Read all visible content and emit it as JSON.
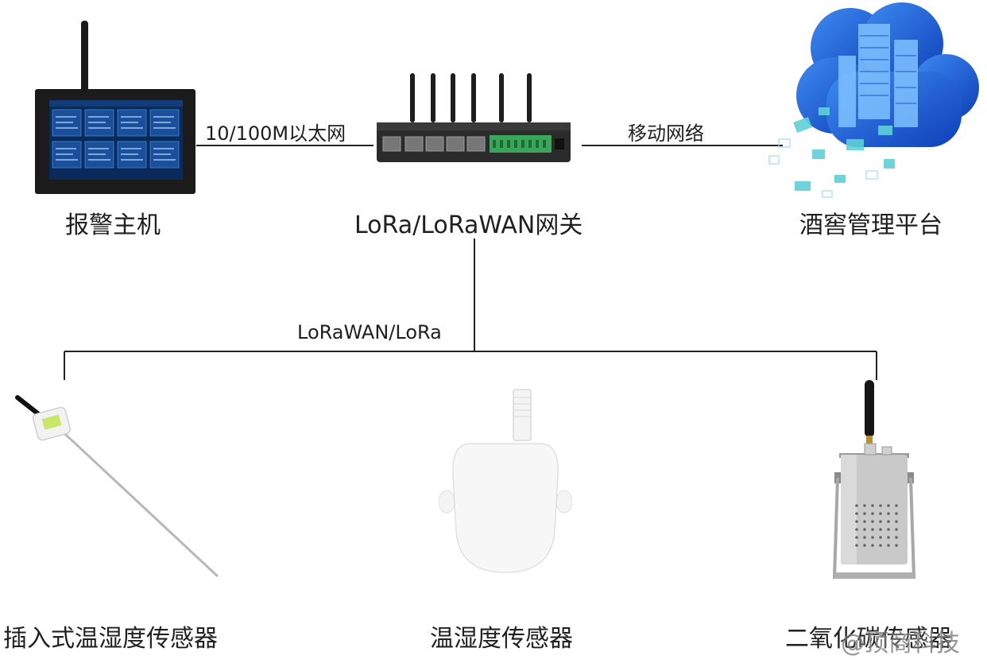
{
  "nodes": {
    "alarm_host": {
      "label": "报警主机"
    },
    "gateway": {
      "label": "LoRa/LoRaWAN网关"
    },
    "cloud": {
      "label": "酒窖管理平台"
    },
    "probe_sensor": {
      "label": "插入式温湿度传感器"
    },
    "th_sensor": {
      "label": "温湿度传感器"
    },
    "co2_sensor": {
      "label": "二氧化碳传感器"
    }
  },
  "links": {
    "ethernet": "10/100M以太网",
    "mobile": "移动网络",
    "lora": "LoRaWAN/LoRa"
  },
  "watermark": "@顶商科技",
  "colors": {
    "line": "#222222",
    "screen_bg": "#0b2a5c",
    "tile": "#1c4f9a",
    "cloud_blue": "#1a57d6",
    "cloud_light": "#5fb4f5",
    "pixel_teal": "#5fd0d8"
  }
}
